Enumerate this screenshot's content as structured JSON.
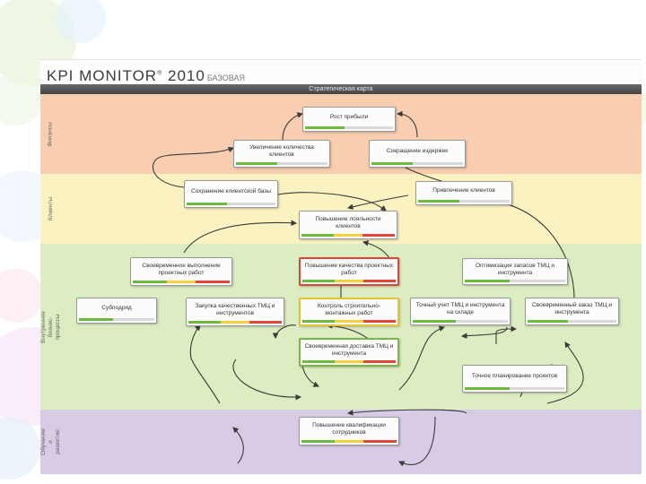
{
  "header": {
    "logo": "KPI MONITOR",
    "logo_sup": "®",
    "logo_year": " 2010",
    "edition": "БАЗОВАЯ",
    "tab_title": "Стратегическая карта"
  },
  "bands": [
    {
      "key": "finance",
      "label": "Финансы",
      "color": "#f9ceb0"
    },
    {
      "key": "clients",
      "label": "Клиенты",
      "color": "#fbf2c2"
    },
    {
      "key": "internal",
      "label": "Внутренние бизнес-процессы",
      "color": "#dcedc1"
    },
    {
      "key": "learning",
      "label": "Обучение и развитие",
      "color": "#d7cbe6"
    }
  ],
  "nodes": [
    {
      "id": "n1",
      "label": "Рост прибыли",
      "bar": [
        "green"
      ]
    },
    {
      "id": "n2",
      "label": "Увеличение количества клиентов",
      "bar": [
        "green"
      ]
    },
    {
      "id": "n3",
      "label": "Сокращение издержек",
      "bar": [
        "green"
      ]
    },
    {
      "id": "n4",
      "label": "Сохранение клиентской базы",
      "bar": [
        "green"
      ]
    },
    {
      "id": "n5",
      "label": "Привлечение клиентов",
      "bar": [
        "green"
      ]
    },
    {
      "id": "n6",
      "label": "Повышение лояльности клиентов",
      "bar": [
        "green",
        "yellow",
        "red"
      ]
    },
    {
      "id": "n7",
      "label": "Своевременное выполнение проектных работ",
      "bar": [
        "green",
        "yellow",
        "red"
      ]
    },
    {
      "id": "n8",
      "label": "Повышение качества проектных работ",
      "bar": [
        "green",
        "yellow",
        "red"
      ]
    },
    {
      "id": "n9",
      "label": "Оптимизация запасов ТМЦ и инструмента",
      "bar": [
        "green"
      ]
    },
    {
      "id": "n10",
      "label": "Субподряд",
      "bar": [
        "green"
      ]
    },
    {
      "id": "n11",
      "label": "Закупка качественных ТМЦ и инструментов",
      "bar": [
        "green",
        "yellow",
        "red"
      ]
    },
    {
      "id": "n12",
      "label": "Контроль строительно-монтажных работ",
      "bar": [
        "green",
        "yellow",
        "red"
      ]
    },
    {
      "id": "n13",
      "label": "Точный учет ТМЦ и инструмента на складе",
      "bar": [
        "green"
      ]
    },
    {
      "id": "n14",
      "label": "Своевременный заказ ТМЦ и инструмента",
      "bar": [
        "green"
      ]
    },
    {
      "id": "n15",
      "label": "Своевременная доставка ТМЦ и инструмента",
      "bar": [
        "green",
        "yellow",
        "red"
      ]
    },
    {
      "id": "n16",
      "label": "Точное планирование проектов",
      "bar": [
        "green"
      ]
    },
    {
      "id": "n17",
      "label": "Повышение квалификации сотрудников",
      "bar": [
        "green",
        "yellow",
        "red"
      ]
    }
  ],
  "colors": {
    "green": "#6dbb3c",
    "yellow": "#f2d13a",
    "red": "#e2463a",
    "arrow": "#3a3a3a"
  }
}
